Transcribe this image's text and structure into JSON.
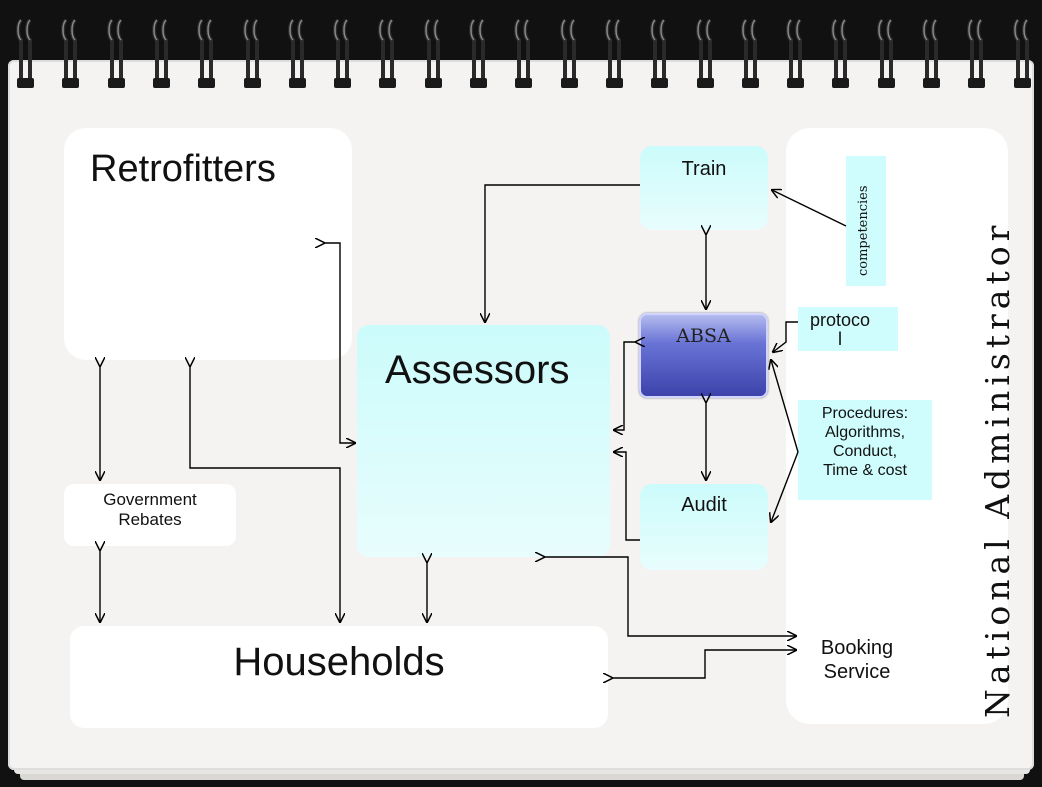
{
  "nodes": {
    "retrofitters": "Retrofitters",
    "assessors": "Assessors",
    "households": "Households",
    "government_rebates": "Government Rebates",
    "train": "Train",
    "absa": "ABSA",
    "audit": "Audit",
    "booking_service": "Booking Service",
    "national_administrator": "National Administrator",
    "competencies": "competencies",
    "protocol": "protoco l",
    "procedures": "Procedures: Algorithms, Conduct, Time & cost"
  },
  "colors": {
    "cyan_box": "#ccfbfb",
    "absa_box": "#4a52b8",
    "white_box": "#ffffff",
    "paper": "#f4f3f1"
  }
}
